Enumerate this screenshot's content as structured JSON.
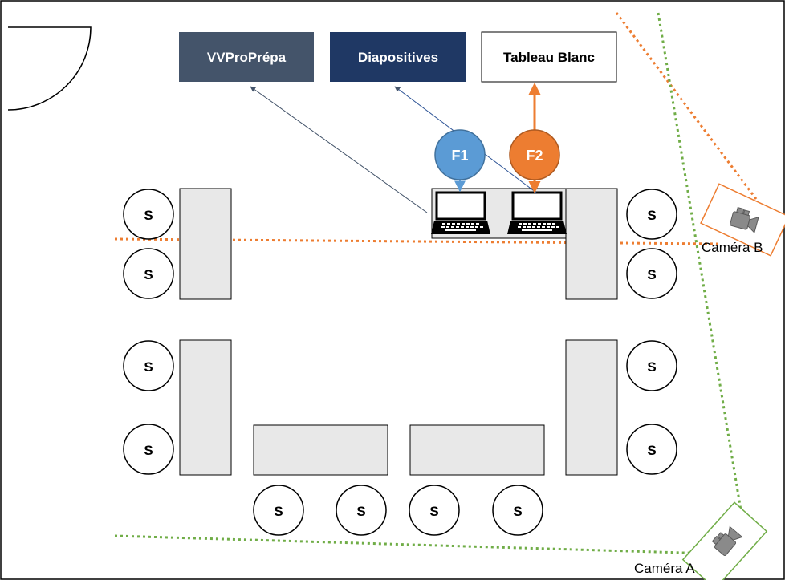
{
  "screens": {
    "vvpro": {
      "label": "VVProPrépa",
      "fill": "#44546a",
      "text_color": "#ffffff"
    },
    "slides": {
      "label": "Diapositives",
      "fill": "#1f3864",
      "text_color": "#ffffff"
    },
    "whiteboard": {
      "label": "Tableau Blanc",
      "fill": "#ffffff",
      "text_color": "#000000"
    }
  },
  "facilitators": [
    {
      "label": "F1",
      "fill": "#5b9bd5"
    },
    {
      "label": "F2",
      "fill": "#ed7d31"
    }
  ],
  "seat_label": "S",
  "cameras": {
    "a": {
      "label": "Caméra A",
      "color": "#70ad47"
    },
    "b": {
      "label": "Caméra B",
      "color": "#ed7d31"
    }
  },
  "colors": {
    "table_fill": "#e8e8e8",
    "arrow_vvpro": "#44546a",
    "arrow_slides": "#2f5597",
    "arrow_f1": "#5b9bd5",
    "arrow_f2": "#ed7d31"
  }
}
